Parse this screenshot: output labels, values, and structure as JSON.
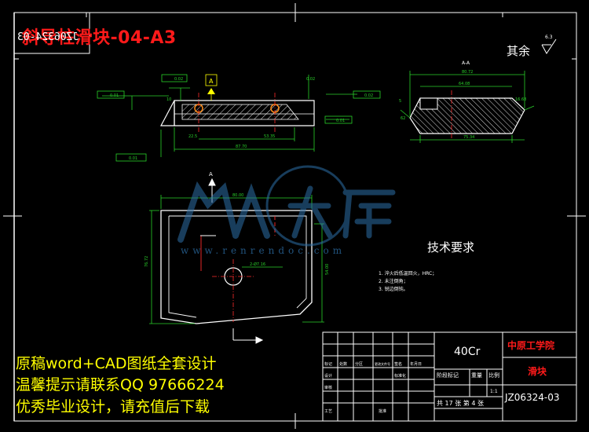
{
  "banner_title": "斜导柱滑块-04-A3",
  "mirrored_code": "JZ06324-03",
  "roughness_note": "其余",
  "roughness_value": "6.3",
  "section_label": "A-A",
  "view_labels": {
    "section_arrow": "A",
    "datum": "A"
  },
  "tech_requirements": {
    "title": "技术要求",
    "items": [
      "1. 淬火后低温回火，HRC；",
      "2. 未注倒角；",
      "3. 锐边倒钝。"
    ]
  },
  "watermark": {
    "brand": "人人文库",
    "url": "www.renrendoc.com"
  },
  "promo_lines": [
    "原稿word+CAD图纸全套设计",
    "温馨提示请联系QQ 97666224",
    "优秀毕业设计，请充值后下载"
  ],
  "title_block": {
    "material": "40Cr",
    "school": "中原工学院",
    "part_name": "滑块",
    "drawing_no": "JZ06324-03",
    "scale_value": "1:1",
    "sheet_info": "共 17 张  第 4 张",
    "headers": {
      "stage_mark": "阶段标记",
      "weight": "重量",
      "scale": "比例"
    },
    "rows": {
      "revision": [
        "标记",
        "处数",
        "分区",
        "更改文件号",
        "签名",
        "年月日"
      ],
      "design": "设计",
      "review": "审核",
      "process": "工艺",
      "approve": "批准",
      "standardize": "标准化"
    }
  },
  "dimensions": {
    "front_top": [
      "0.02",
      "0.02"
    ],
    "front_left": [
      "0.01",
      "10"
    ],
    "front_right": [
      "0.02",
      "0.01"
    ],
    "front_bottom": [
      "0.01",
      "22.5",
      "87.70",
      "53.35"
    ],
    "section_top": [
      "80.72",
      "64.08",
      "5"
    ],
    "section_bottom": [
      "75.34",
      "62",
      "16.68"
    ],
    "plan_top": "80.00",
    "plan_left": "76.72",
    "plan_right": "54.00",
    "plan_hole": "2-Ø7.16"
  },
  "colors": {
    "outline": "#ffffff",
    "dimension": "#2ad12a",
    "hatch": "#d8d8d8",
    "center": "#ff2b2b",
    "accent": "#ffff00",
    "holes": "#ff8c1a",
    "watermark": "#2d6fa8"
  }
}
